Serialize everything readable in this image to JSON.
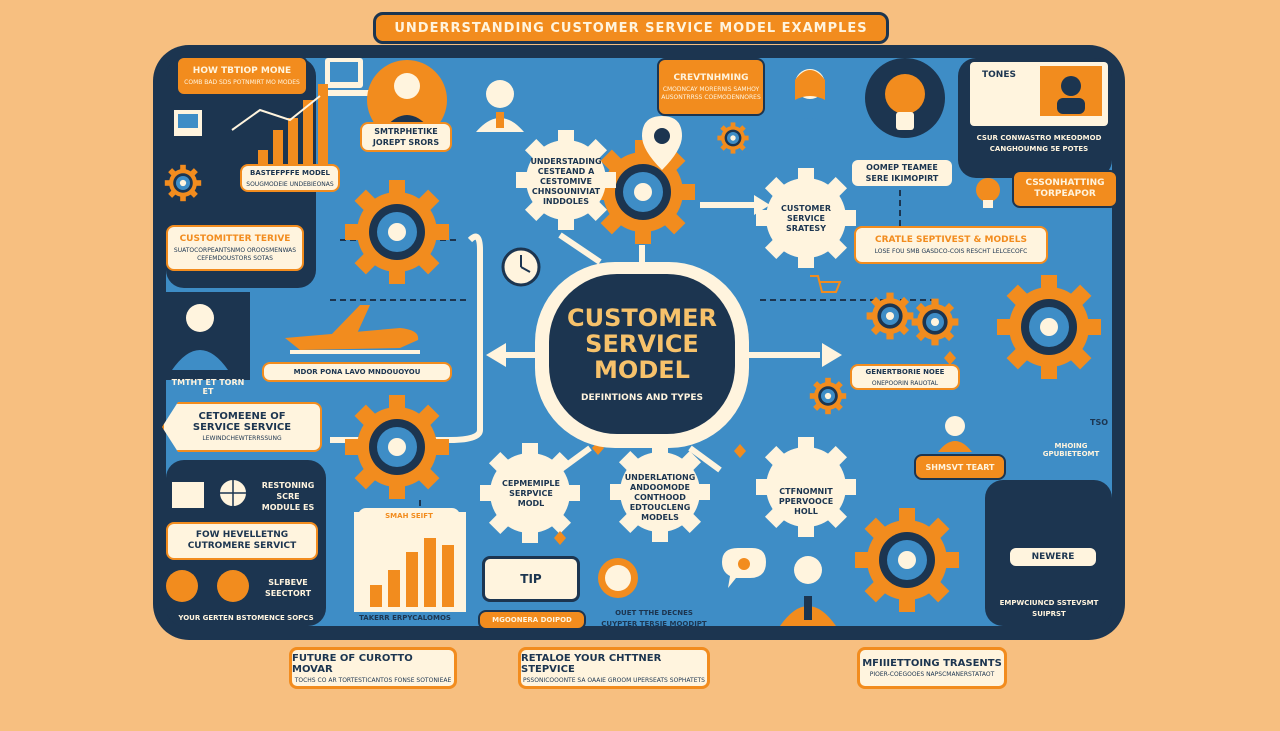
{
  "header": {
    "title": "UNDERRSTANDING   CUSTOMER  SERVICE MODEL  EXAMPLES"
  },
  "hub": {
    "title_line1": "CUSTOMER",
    "title_line2": "SERVICE",
    "title_line3": "MODEL",
    "subtitle": "DEFINTIONS AND TYPES"
  },
  "labels": {
    "how_top": {
      "heading": "HOW TBTIOP MONE",
      "sub": "COMB BAD SDS POTNMIRT MO MODES"
    },
    "strategic": {
      "heading": "SMTRPHETIKE",
      "sub": "JOREPT SRORS"
    },
    "crevt": {
      "heading": "CREVTNHMING",
      "sub": "CMODNCAY MORERNIS SAMHOY AUSONTRRSS COEMODENNORES"
    },
    "tones": {
      "heading": "TONES"
    },
    "screen_caption": {
      "heading": "CSUR CONWASTRO MKEODMOD",
      "sub": "CANGHOUMNG 5E POTES"
    },
    "baste": {
      "heading": "BASTEFPFFE MODEL",
      "sub": "SOUGMODEIE UNDEBIEONAS"
    },
    "understanding_gear": {
      "line1": "UNDERSTADING",
      "line2": "CESTEAND A",
      "line3": "CESTOMIVE",
      "line4": "CHNSOUNIVIAT",
      "line5": "INDDOLES"
    },
    "strategy_gear": {
      "line1": "CUSTOMER",
      "line2": "SERVICE",
      "line3": "SRATESY"
    },
    "odmep": {
      "heading": "OOMEP TEAMEE",
      "sub": "SERE IKIMOPIRT"
    },
    "csonhatting": {
      "heading": "CSSONHATTING",
      "sub": "TORPEAPOR"
    },
    "customitter": {
      "heading": "CUSTOMITTER TERIVE",
      "sub": "SUATOCORPEANTSNMO OROOSMENWAS CEFEMDOUSTORS SOTAS"
    },
    "cratle": {
      "heading": "CRATLE SEPTIVEST & MODELS",
      "sub": "LOSE FOU SMB GASDCO-COIS RESCHT LELCECOFC"
    },
    "person_caption": {
      "heading": "TMTHT ET TORN ET"
    },
    "plane_caption": {
      "heading": "MDOR PONA LAVO MNDOUOYOU"
    },
    "gears_caption": {
      "heading": "GENERTBORIE NOEE",
      "sub": "ONEPOORIN RAUOTAL"
    },
    "cetomeene": {
      "heading": "CETOMEENE OF",
      "line2": "SERVICE SERVICE",
      "sub": "LEWINDCHEWTERRSSUNG"
    },
    "restoning": {
      "heading": "RESTONING",
      "line2": "SCRE",
      "line3": "MODULE ES"
    },
    "few": {
      "heading": "FOW HEVELLETNG",
      "line2": "CUTROMERE SERVICT"
    },
    "slf": {
      "heading": "SLFBEVE",
      "line2": "SEECTORT"
    },
    "your_service": {
      "heading": "YOUR GERTEN BSTOMENCE SOPCS"
    },
    "smah_sefft": {
      "heading": "SMAH SEIFT"
    },
    "takerr": {
      "heading": "TAKERR ERPYCALOMOS"
    },
    "tip": {
      "heading": "TIP"
    },
    "mgoonera": {
      "heading": "MGOONERA DOIPOD"
    },
    "ouet": {
      "heading": "OUET TTHE DECNES",
      "sub": "CUYPTER TERSIE MOODIPT"
    },
    "gear_left": {
      "line1": "CEPMEMIPLE",
      "line2": "SERPVICE",
      "line3": "MODL"
    },
    "gear_mid": {
      "line1": "UNDERLATIONG",
      "line2": "ANDOOMODE",
      "line3": "CONTHOOD",
      "line4": "EDTOUCLENG",
      "line5": "MODELS"
    },
    "gear_right": {
      "line1": "CTFNOMNIT",
      "line2": "PPERVOOCE",
      "line3": "HOLL"
    },
    "shmsvt": {
      "heading": "SHMSVT TEART"
    },
    "mhoing": {
      "heading": "MHOING GPUBIETEOMT"
    },
    "newere": {
      "heading": "NEWERE"
    },
    "empw": {
      "heading": "EMPWCIUNCD SSTEVSMT",
      "sub": "SUIPRST"
    },
    "tso": {
      "heading": "TSO"
    }
  },
  "bottom": {
    "left": {
      "heading": "FUTURE OF CUROTTO MOVAR",
      "sub": "TOCHS CO AR TORTESTICANTOS FONSE SOTONIEAE"
    },
    "mid": {
      "heading": "RETALOE YOUR CHTTNER STEPVICE",
      "sub": "PSSONICOOONTE SA OAAIE GROOM UPERSEATS SOPHATETS"
    },
    "right": {
      "heading": "MFIIIETTOING TRASENTS",
      "sub": "PIOER-COEGOOES NAPSCMANERSTATAOT"
    }
  },
  "colors": {
    "orange": "#F28C1E",
    "navy": "#1C3550",
    "blue": "#3E8DC6",
    "cream": "#FFF4DE",
    "peach": "#F7BF80"
  },
  "icons": [
    "gear-icon",
    "lightbulb-icon",
    "person-icon",
    "monitor-icon",
    "airplane-icon",
    "bar-chart-icon",
    "clock-icon",
    "location-pin-icon",
    "cart-icon",
    "speech-bubble-icon",
    "book-icon",
    "globe-icon"
  ]
}
